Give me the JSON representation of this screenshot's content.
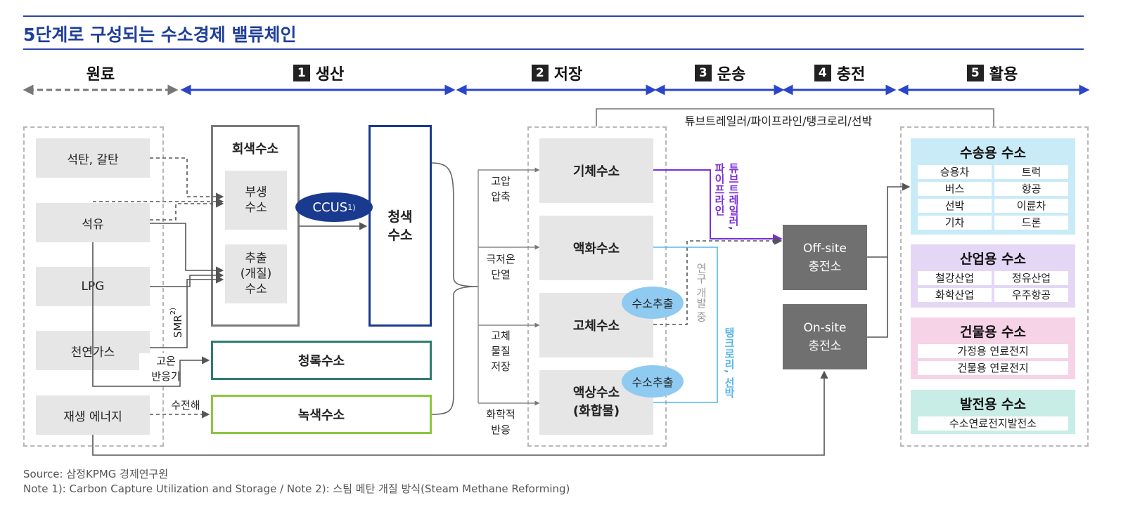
{
  "title": "5단계로 구성되는 수소경제 밸류체인",
  "stages": {
    "raw": "원료",
    "s1": {
      "num": "1",
      "label": "생산"
    },
    "s2": {
      "num": "2",
      "label": "저장"
    },
    "s3": {
      "num": "3",
      "label": "운송"
    },
    "s4": {
      "num": "4",
      "label": "충전"
    },
    "s5": {
      "num": "5",
      "label": "활용"
    }
  },
  "raw_materials": [
    "석탄, 갈탄",
    "석유",
    "LPG",
    "천연가스",
    "재생 에너지"
  ],
  "production": {
    "gray_title": "회색수소",
    "byproduct": "부생\n수소",
    "extraction": "추출\n(개질)\n수소",
    "ccus": "CCUS",
    "ccus_sup": "1)",
    "blue": "청색\n수소",
    "turquoise": "청록수소",
    "green": "녹색수소",
    "smr": "SMR",
    "smr_sup": "2)",
    "reactor": "고온\n반응기",
    "electrolysis": "수전해"
  },
  "storage": {
    "methods": [
      "고압\n압축",
      "극저온\n단열",
      "고체\n물질\n저장",
      "화학적\n반응"
    ],
    "types": [
      "기체수소",
      "액화수소",
      "고체수소",
      "액상수소\n(화합물)"
    ],
    "extract_label": "수소추출"
  },
  "transport": {
    "top_route": "튜브트레일러/파이프라인/탱크로리/선박",
    "purple_route": "튜브트레일러,\n파이프라인",
    "rnd_label": "연구 개발 중",
    "blue_route": "탱크로리, 선박"
  },
  "charging": {
    "offsite": "Off-site\n충전소",
    "onsite": "On-site\n충전소"
  },
  "usage": [
    {
      "title": "수송용 수소",
      "items": [
        "승용차",
        "트럭",
        "버스",
        "항공",
        "선박",
        "이륜차",
        "기차",
        "드론"
      ],
      "cols": 2
    },
    {
      "title": "산업용 수소",
      "items": [
        "철강산업",
        "정유산업",
        "화학산업",
        "우주항공"
      ],
      "cols": 2
    },
    {
      "title": "건물용 수소",
      "items": [
        "가정용 연료전지",
        "건물용 연료전지"
      ],
      "cols": 1
    },
    {
      "title": "발전용 수소",
      "items": [
        "수소연료전지발전소"
      ],
      "cols": 1
    }
  ],
  "footer": {
    "source": "Source: 삼정KPMG 경제연구원",
    "notes": "Note 1): Carbon Capture Utilization and Storage / Note 2): 스팀 메탄 개질 방식(Steam Methane Reforming)"
  },
  "colors": {
    "brand_blue": "#2b46a8",
    "arrow_blue": "#2a45c8",
    "navy": "#1a3a8f",
    "teal": "#2f7d6f",
    "green": "#8cc63f",
    "purple": "#7b2fd6",
    "sky": "#58b7e6",
    "ellipse": "#8fcaf0",
    "charge_gray": "#707070",
    "usage_transport": "#c9ebf8",
    "usage_industry": "#e4d7f5",
    "usage_building": "#f6d3e7",
    "usage_power": "#c8ece6"
  }
}
